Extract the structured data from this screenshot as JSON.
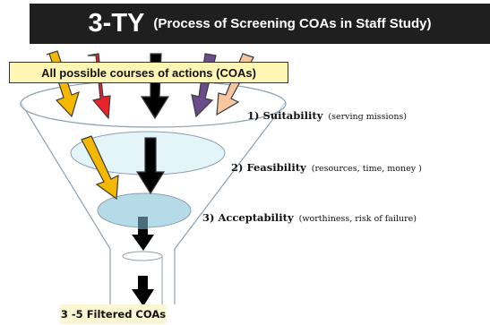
{
  "header": {
    "title": "3-TY",
    "subtitle": "(Process of Screening COAs in Staff Study)"
  },
  "input_label": "All possible courses of actions (COAs)",
  "stages": [
    {
      "name": "1)  Suitability",
      "detail": "(serving missions)"
    },
    {
      "name": "2)  Feasibility",
      "detail": "(resources, time, money )"
    },
    {
      "name": "3)  Acceptability",
      "detail": "(worthiness, risk of failure)"
    }
  ],
  "output_label": "3 -5 Filtered COAs",
  "colors": {
    "title_bar": "#1f1f1f",
    "label_fill": "#fdf6b4",
    "arrow_orange": "#f5b800",
    "arrow_red": "#e8242a",
    "arrow_black": "#000000",
    "arrow_purple": "#6a4c8c",
    "arrow_peach": "#f6c6a0",
    "ellipse_light": "#e4f5f9",
    "ellipse_blue": "#b6dbe8"
  },
  "icons": [
    "funnel-icon",
    "down-arrow-icon"
  ]
}
